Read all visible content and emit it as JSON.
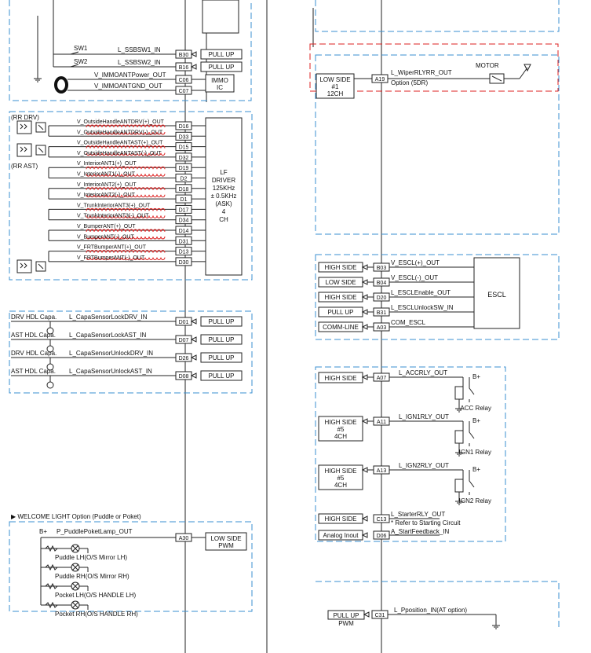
{
  "colors": {
    "frame": "#3a8fd0",
    "option_frame": "#d22222",
    "twist": "#d22222",
    "line": "#222222"
  },
  "immo": {
    "sw1": "SW1",
    "sw2": "SW2",
    "rows": [
      {
        "signal": "L_SSBSW1_IN",
        "pin": "B30",
        "target": "PULL UP"
      },
      {
        "signal": "L_SSBSW2_IN",
        "pin": "B16",
        "target": "PULL UP"
      },
      {
        "signal": "V_IMMOANTPower_OUT",
        "pin": "C06",
        "target": ""
      },
      {
        "signal": "V_IMMOANTGND_OUT",
        "pin": "C07",
        "target": ""
      }
    ],
    "block": [
      "IMMO",
      "IC"
    ]
  },
  "lf": {
    "rr_drv": "(RR DRV)",
    "rr_ast": "(RR AST)",
    "rows": [
      {
        "signal": "V_OutsideHandleANTDRV(+)_OUT",
        "pin": "D16"
      },
      {
        "signal": "V_OutsideHandleANTDRV(-)_OUT",
        "pin": "D33"
      },
      {
        "signal": "V_OutsideHandleANTAST(+)_OUT",
        "pin": "D15"
      },
      {
        "signal": "V_OutsideHandleANTAST(-)_OUT",
        "pin": "D32"
      },
      {
        "signal": "V_InteriorANT1(+)_OUT",
        "pin": "D19"
      },
      {
        "signal": "V_InteriorANT1(-)_OUT",
        "pin": "D2"
      },
      {
        "signal": "V_InteriorANT2(+)_OUT",
        "pin": "D18"
      },
      {
        "signal": "V_InteriorANT2(-)_OUT",
        "pin": "D1"
      },
      {
        "signal": "V_TrunkInteriorANT3(+)_OUT",
        "pin": "D17"
      },
      {
        "signal": "V_TrunkInteriorANT3(-)_OUT",
        "pin": "D34"
      },
      {
        "signal": "V_BumperANT(+)_OUT",
        "pin": "D14"
      },
      {
        "signal": "V_BumperANT(-)_OUT",
        "pin": "D31"
      },
      {
        "signal": "V_FRTBumperANT(+)_OUT",
        "pin": "D13"
      },
      {
        "signal": "V_FRTBumperANT(-)_OUT",
        "pin": "D30"
      }
    ],
    "block": [
      "LF",
      "DRIVER",
      "125KHz",
      "± 0.5KHz",
      "(ASK)",
      "4",
      "CH"
    ]
  },
  "capa": {
    "rows": [
      {
        "name": "DRV HDL Capa.",
        "signal": "L_CapaSensorLockDRV_IN",
        "pin": "D01",
        "target": "PULL UP"
      },
      {
        "name": "AST HDL Capa.",
        "signal": "L_CapaSensorLockAST_IN",
        "pin": "D07",
        "target": "PULL UP"
      },
      {
        "name": "DRV HDL Capa.",
        "signal": "L_CapaSensorUnlockDRV_IN",
        "pin": "D26",
        "target": "PULL UP"
      },
      {
        "name": "AST HDL Capa.",
        "signal": "L_CapaSensorUnlockAST_IN",
        "pin": "D08",
        "target": "PULL UP"
      }
    ]
  },
  "welcome": {
    "title": "▶ WELCOME LIGHT Option (Puddle or Poket)",
    "bplus": "B+",
    "signal": "P_PuddlePoketLamp_OUT",
    "pin": "A30",
    "block": [
      "LOW SIDE",
      "PWM"
    ],
    "lamps": [
      "Puddle LH(O/S Mirror LH)",
      "Puddle RH(O/S Mirror RH)",
      "Pocket LH(O/S HANDLE LH)",
      "Pocket RH(O/S HANDLE RH)"
    ]
  },
  "wiper": {
    "block": [
      "LOW SIDE",
      "#1",
      "12CH"
    ],
    "pin": "A19",
    "signal": "L_WiperRLYRR_OUT",
    "option": "Option (5DR)",
    "motor": "MOTOR"
  },
  "escl": {
    "rows": [
      {
        "drv": "HIGH SIDE",
        "pin": "B03",
        "signal": "V_ESCL(+)_OUT"
      },
      {
        "drv": "LOW SIDE",
        "pin": "B04",
        "signal": "V_ESCL(-)_OUT"
      },
      {
        "drv": "HIGH SIDE",
        "pin": "D20",
        "signal": "L_ESCLEnable_OUT"
      },
      {
        "drv": "PULL UP",
        "pin": "B31",
        "signal": "L_ESCLUnlockSW_IN"
      },
      {
        "drv": "COMM-LINE",
        "pin": "A03",
        "signal": "COM_ESCL"
      }
    ],
    "block": "ESCL"
  },
  "relays": {
    "bplus": "B+",
    "rows": [
      {
        "drv": [
          "HIGH SIDE"
        ],
        "pin": "A07",
        "signal": "L_ACCRLY_OUT",
        "relay": "ACC Relay"
      },
      {
        "drv": [
          "HIGH SIDE",
          "#5",
          "4CH"
        ],
        "pin": "A11",
        "signal": "L_IGN1RLY_OUT",
        "relay": "IGN1 Relay"
      },
      {
        "drv": [
          "HIGH SIDE",
          "#5",
          "4CH"
        ],
        "pin": "A13",
        "signal": "L_IGN2RLY_OUT",
        "relay": "IGN2 Relay"
      }
    ],
    "starter": {
      "drv": "HIGH SIDE",
      "pin": "C13",
      "signal": "L_StarterRLY_OUT",
      "note": "* Refer to Starting Circuit"
    },
    "feedback": {
      "drv": "Analog Inout",
      "pin": "D06",
      "signal": "A_StartFeedback_IN"
    }
  },
  "position": {
    "drv": [
      "PULL UP",
      "PWM"
    ],
    "pin": "C31",
    "signal": "L_Pposition_IN(AT option)"
  }
}
